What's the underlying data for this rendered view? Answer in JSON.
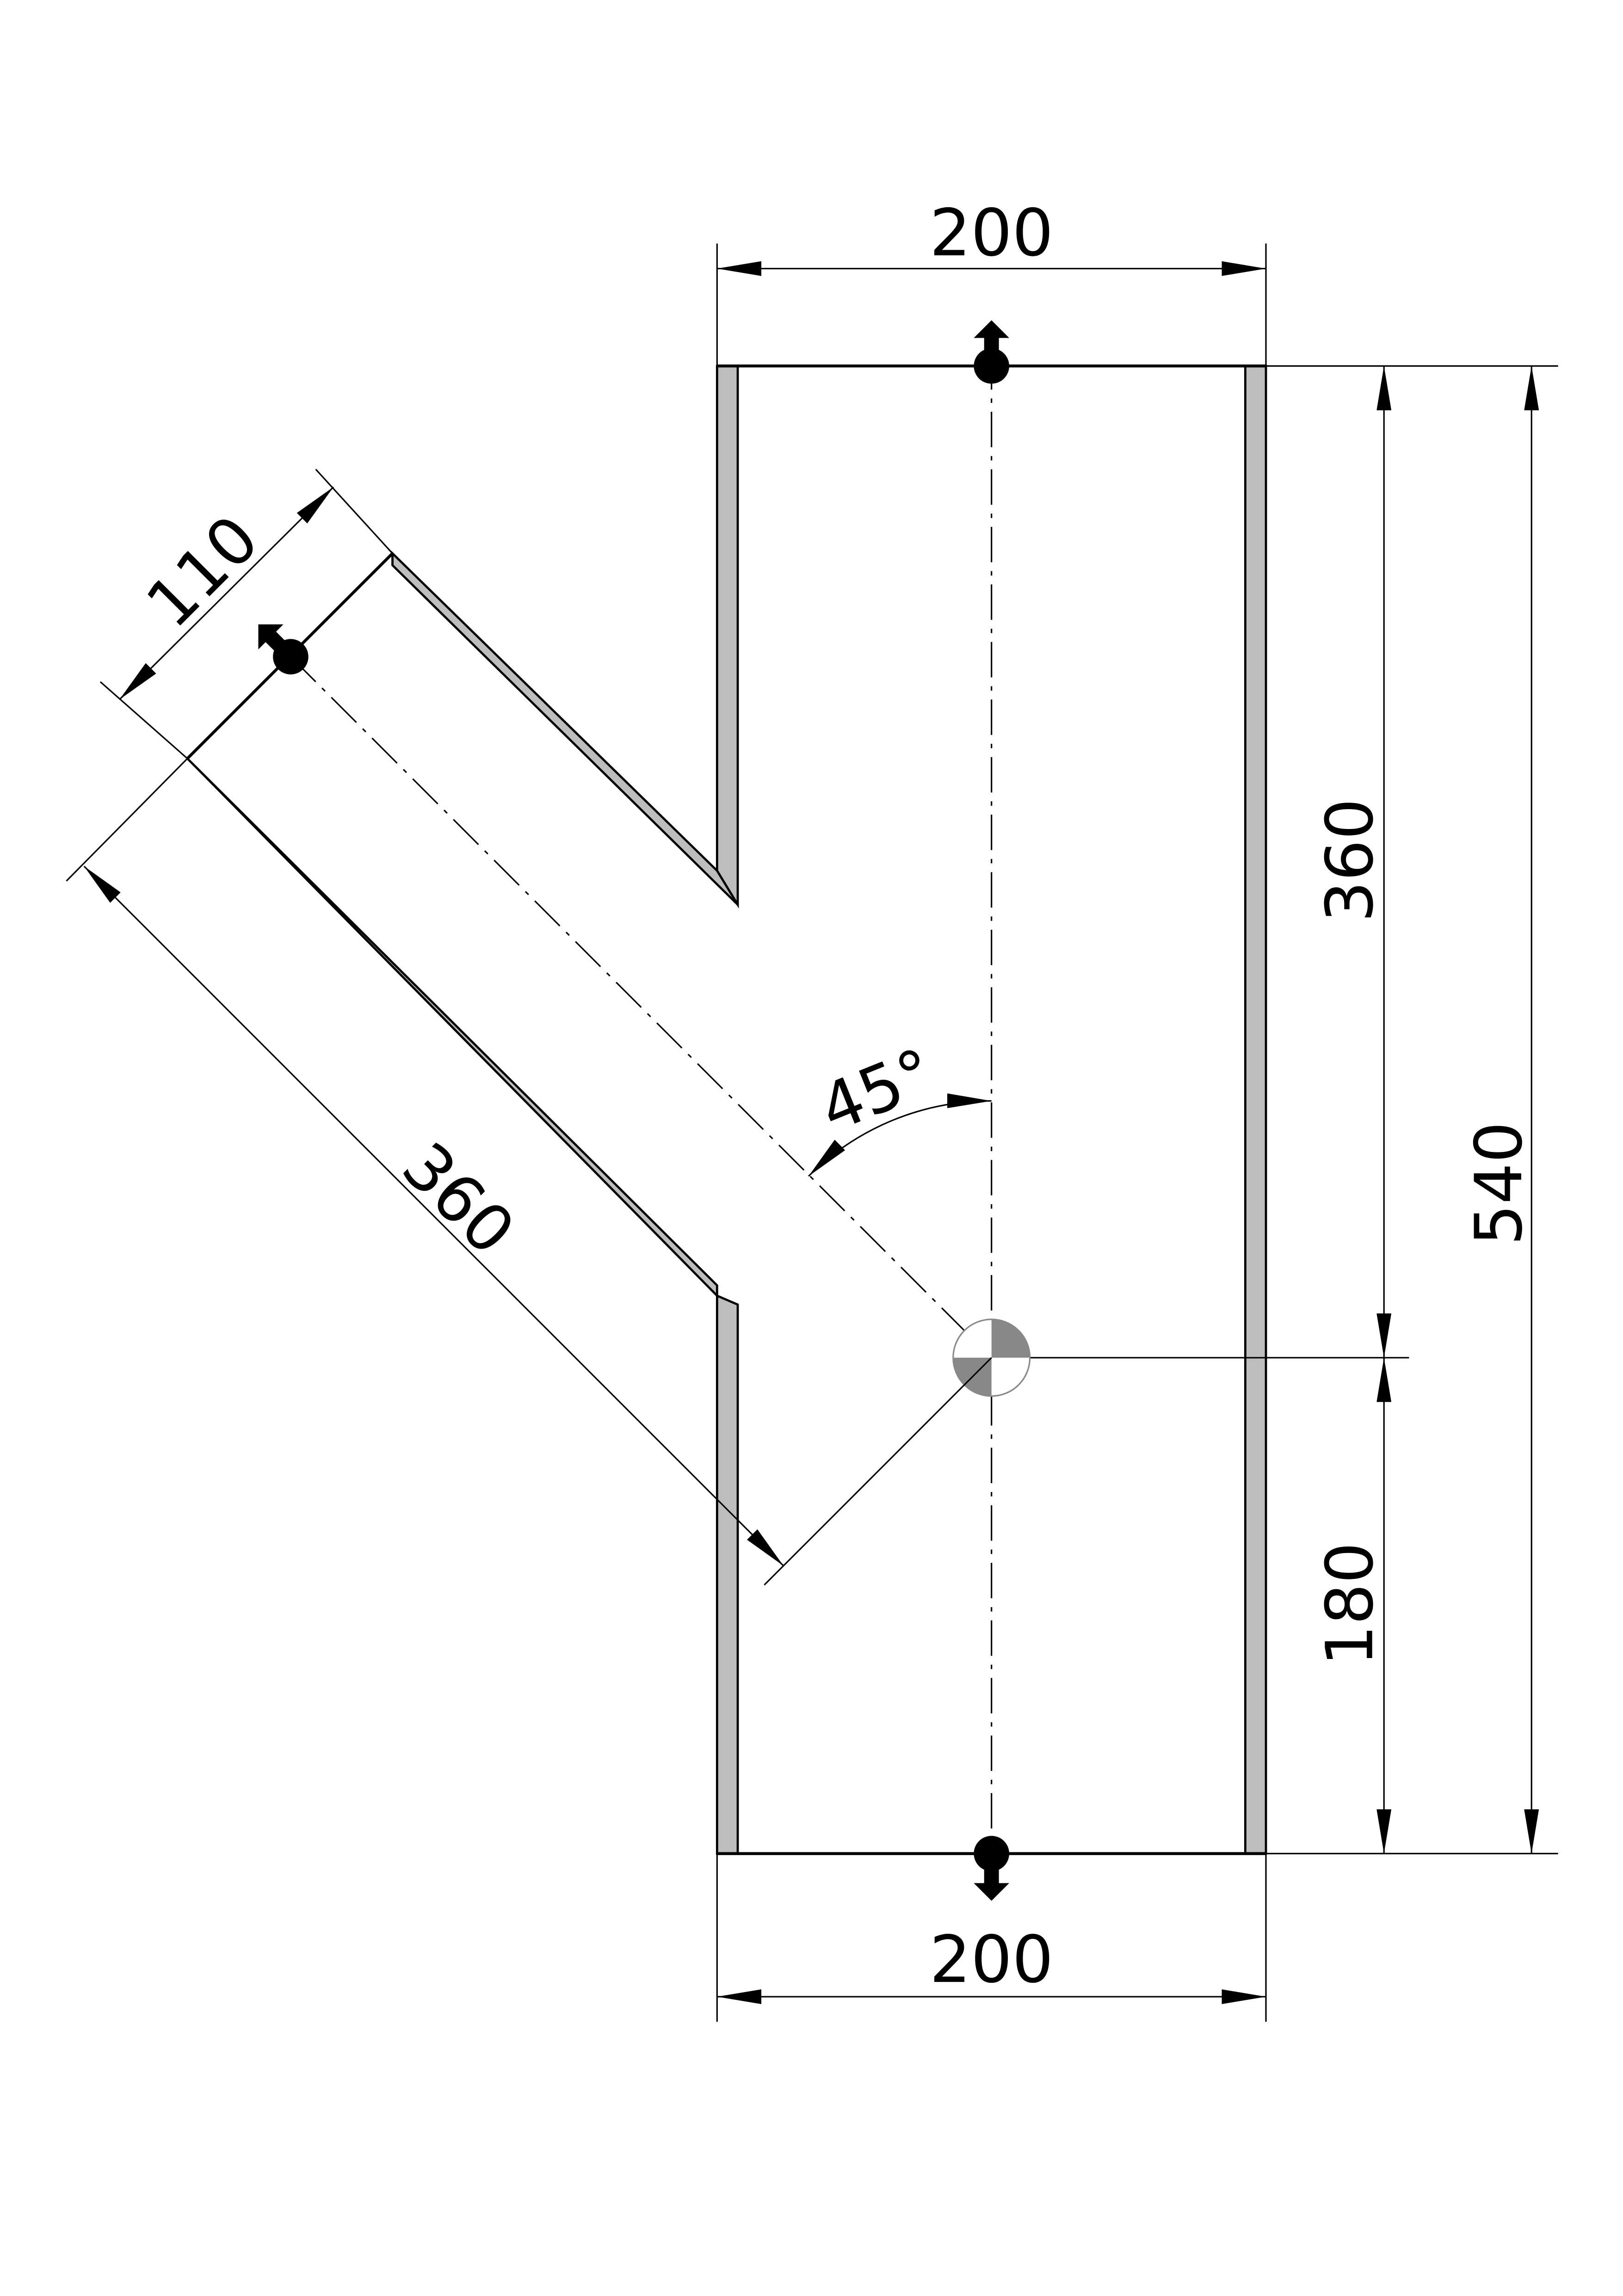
{
  "drawing": {
    "title": "45 degree branch pipe (Y-piece) technical drawing",
    "dimensions": {
      "top_width": "200",
      "bottom_width": "200",
      "upper_height": "360",
      "lower_height": "180",
      "total_height": "540",
      "branch_diameter": "110",
      "branch_length": "360",
      "branch_angle": "45°"
    },
    "colors": {
      "wall": "#bdbdbd",
      "line": "#000000",
      "center_marker": "#808080"
    },
    "icons": [
      "flow-port-top-icon",
      "flow-port-bottom-icon",
      "flow-port-branch-icon",
      "center-of-gravity-icon"
    ]
  }
}
